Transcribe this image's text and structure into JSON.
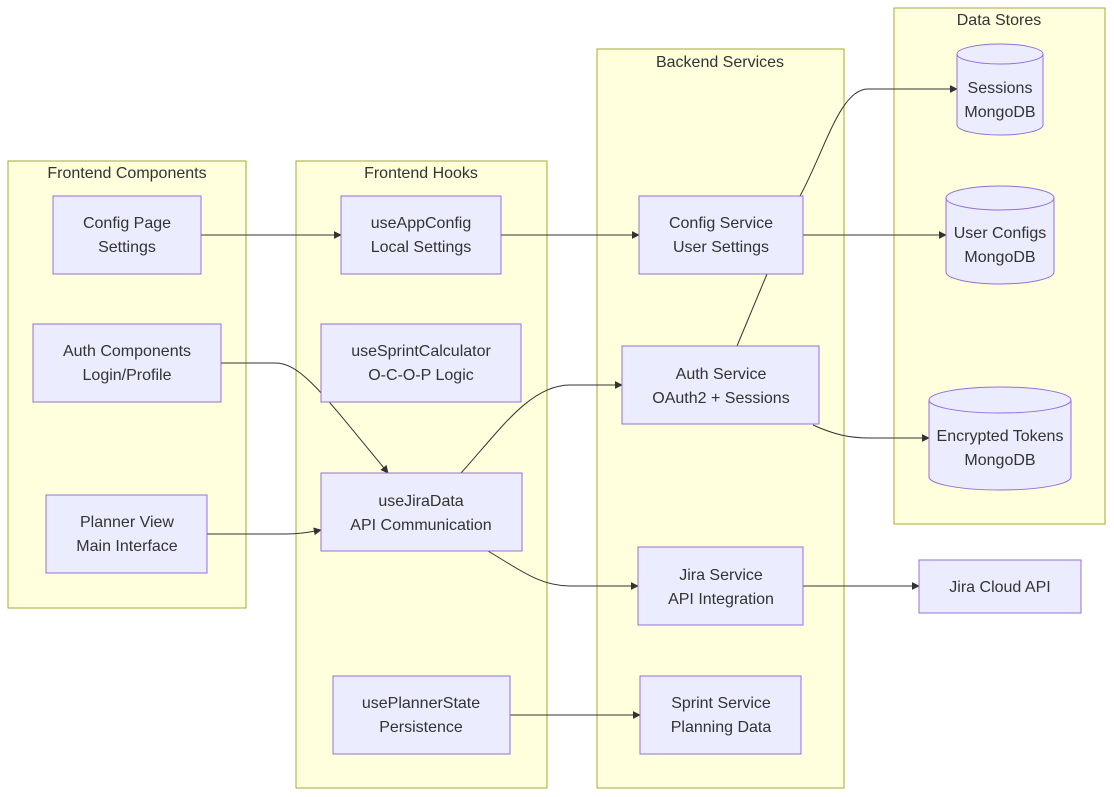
{
  "clusters": {
    "frontend_components": "Frontend Components",
    "frontend_hooks": "Frontend Hooks",
    "backend_services": "Backend Services",
    "data_stores": "Data Stores"
  },
  "nodes": {
    "config_page": [
      "Config Page",
      "Settings"
    ],
    "auth_components": [
      "Auth Components",
      "Login/Profile"
    ],
    "planner_view": [
      "Planner View",
      "Main Interface"
    ],
    "use_app_config": [
      "useAppConfig",
      "Local Settings"
    ],
    "use_sprint_calculator": [
      "useSprintCalculator",
      "O-C-O-P Logic"
    ],
    "use_jira_data": [
      "useJiraData",
      "API Communication"
    ],
    "use_planner_state": [
      "usePlannerState",
      "Persistence"
    ],
    "config_service": [
      "Config Service",
      "User Settings"
    ],
    "auth_service": [
      "Auth Service",
      "OAuth2 + Sessions"
    ],
    "jira_service": [
      "Jira Service",
      "API Integration"
    ],
    "sprint_service": [
      "Sprint Service",
      "Planning Data"
    ],
    "sessions_db": [
      "Sessions",
      "MongoDB"
    ],
    "user_configs_db": [
      "User Configs",
      "MongoDB"
    ],
    "encrypted_tokens_db": [
      "Encrypted Tokens",
      "MongoDB"
    ],
    "jira_cloud_api": [
      "Jira Cloud API"
    ]
  },
  "colors": {
    "cluster_fill": "#ffffde",
    "cluster_stroke": "#aaaa33",
    "node_fill": "#ececff",
    "node_stroke": "#9370db",
    "edge": "#333333"
  }
}
